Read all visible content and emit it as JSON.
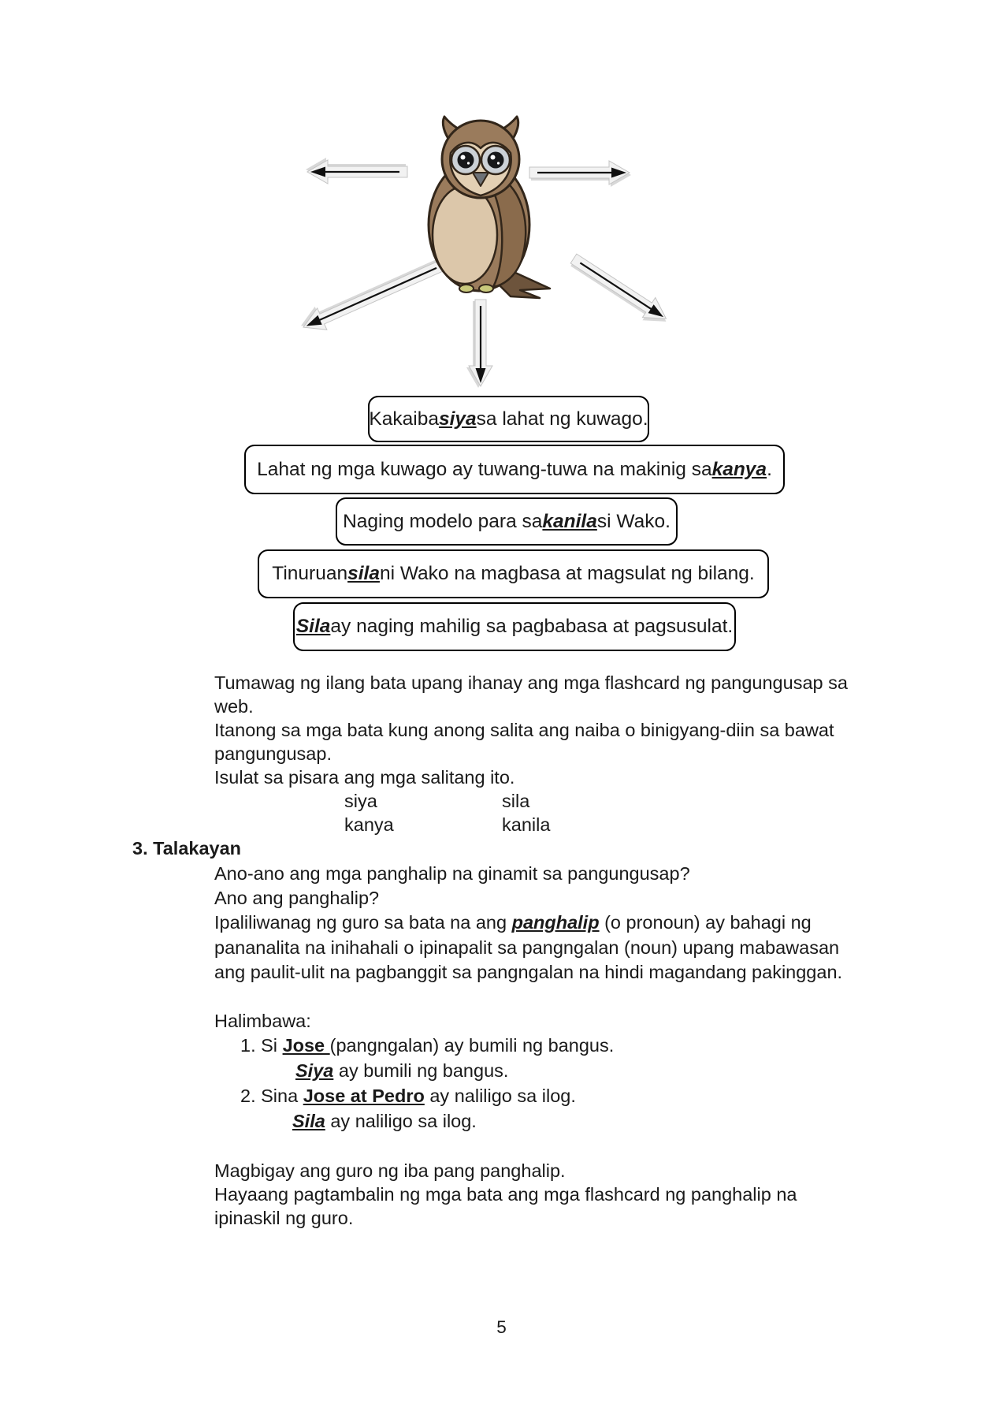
{
  "page_number": "5",
  "diagram": {
    "owl_icon": "owl-clipart",
    "arrow_icons": [
      "arrow-left-icon",
      "arrow-right-icon",
      "arrow-down-left-icon",
      "arrow-down-icon",
      "arrow-down-right-icon"
    ],
    "boxes": [
      {
        "segments": [
          {
            "t": "Kakaiba "
          },
          {
            "t": "siya",
            "s": "biu"
          },
          {
            "t": " sa lahat ng kuwago."
          }
        ]
      },
      {
        "segments": [
          {
            "t": "Lahat ng mga kuwago ay tuwang-tuwa na makinig sa "
          },
          {
            "t": "kanya",
            "s": "biu"
          },
          {
            "t": "."
          }
        ]
      },
      {
        "segments": [
          {
            "t": "Naging modelo para sa "
          },
          {
            "t": "kanila",
            "s": "biu"
          },
          {
            "t": " si Wako."
          }
        ]
      },
      {
        "segments": [
          {
            "t": "Tinuruan "
          },
          {
            "t": "sila",
            "s": "biu"
          },
          {
            "t": " ni Wako na magbasa at magsulat ng bilang."
          }
        ]
      },
      {
        "segments": [
          {
            "t": "Sila",
            "s": "biu"
          },
          {
            "t": " ay naging mahilig sa pagbabasa at pagsusulat."
          }
        ]
      }
    ]
  },
  "body": {
    "para1": [
      {
        "segments": [
          {
            "t": "Tumawag ng ilang bata upang ihanay ang mga flashcard ng pangungusap sa"
          }
        ]
      },
      {
        "segments": [
          {
            "t": "web."
          }
        ]
      },
      {
        "segments": [
          {
            "t": "Itanong sa mga bata kung anong salita ang naiba o binigyang-diin sa bawat"
          }
        ]
      },
      {
        "segments": [
          {
            "t": "pangungusap."
          }
        ]
      },
      {
        "segments": [
          {
            "t": "Isulat sa pisara ang mga salitang ito."
          }
        ]
      }
    ],
    "words": [
      "siya",
      "sila",
      "kanya",
      "kanila"
    ],
    "section_heading": "3. Talakayan",
    "para2": [
      {
        "segments": [
          {
            "t": "Ano-ano ang mga panghalip na ginamit sa pangungusap?"
          }
        ]
      },
      {
        "segments": [
          {
            "t": "Ano ang panghalip?"
          }
        ]
      },
      {
        "segments": [
          {
            "t": "Ipaliliwanag ng guro sa bata na ang "
          },
          {
            "t": "panghalip",
            "s": "biu"
          },
          {
            "t": " (o pronoun) ay bahagi ng"
          }
        ]
      },
      {
        "segments": [
          {
            "t": "pananalita na inihahali o ipinapalit sa pangngalan (noun) upang mabawasan"
          }
        ]
      },
      {
        "segments": [
          {
            "t": "ang paulit-ulit na pagbanggit sa pangngalan na hindi magandang pakinggan."
          }
        ]
      }
    ],
    "example_label": "Halimbawa:",
    "examples": [
      {
        "segments": [
          {
            "t": "1. Si "
          },
          {
            "t": "Jose ",
            "s": "bu"
          },
          {
            "t": "(pangngalan) ay bumili ng bangus."
          }
        ]
      },
      {
        "segments": [
          {
            "t": "Siya",
            "s": "biu"
          },
          {
            "t": " ay bumili ng bangus."
          }
        ]
      },
      {
        "segments": [
          {
            "t": "2. Sina "
          },
          {
            "t": "Jose at Pedro",
            "s": "bu"
          },
          {
            "t": " ay naliligo sa ilog."
          }
        ]
      },
      {
        "segments": [
          {
            "t": " Sila",
            "s": "biu"
          },
          {
            "t": " ay naliligo sa ilog."
          }
        ]
      }
    ],
    "para3": [
      {
        "segments": [
          {
            "t": "Magbigay ang guro ng iba pang panghalip."
          }
        ]
      },
      {
        "segments": [
          {
            "t": "Hayaang pagtambalin ng mga bata ang mga flashcard ng panghalip na"
          }
        ]
      },
      {
        "segments": [
          {
            "t": "ipinaskil ng guro."
          }
        ]
      }
    ]
  },
  "colors": {
    "text": "#1a1a1a",
    "box_border": "#000000",
    "owl_body": "#9a7b5c",
    "owl_wing": "#8a6b4c",
    "owl_belly": "#dcc7aa",
    "owl_face": "#e3d0b4",
    "eye_ring": "#ccd1d6",
    "beak": "#6e7277",
    "feet": "#c9c97c",
    "arrow_fill": "#f2f2f2",
    "arrow_shadow": "#d8d8d8"
  }
}
